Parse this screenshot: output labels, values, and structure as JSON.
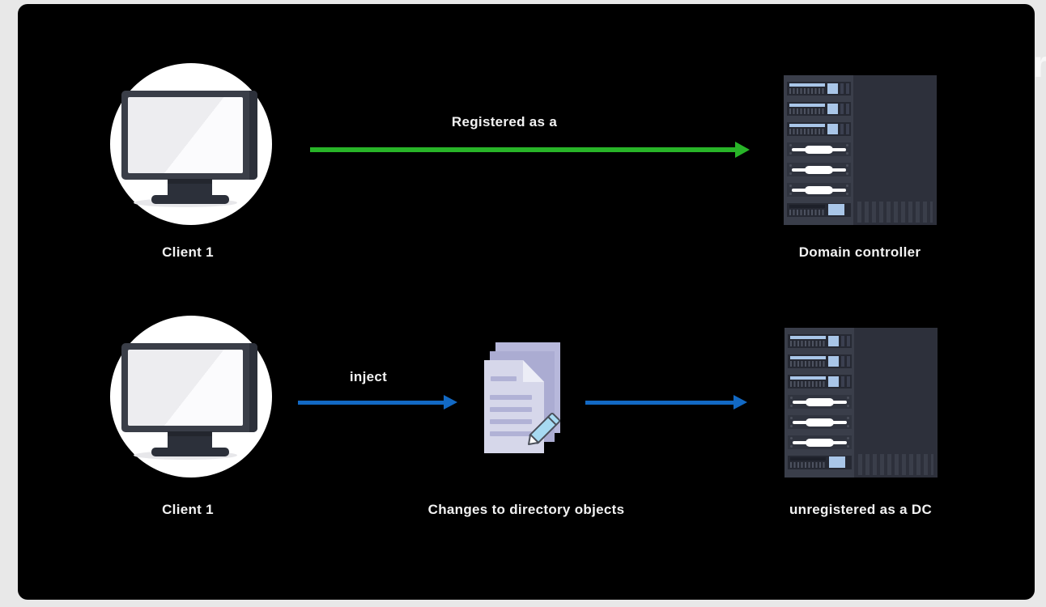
{
  "colors": {
    "page-bg": "#e8e8e8",
    "panel-bg": "#000000",
    "label-text": "#f2f2f2",
    "green-arrow": "#28b428",
    "blue-arrow": "#1269c4",
    "rack-body": "#3a3e4a",
    "rack-side": "#2d303b",
    "rack-unit": "#262933",
    "rack-accent": "#a9c6e8",
    "doc-back": "#b7b8db",
    "doc-mid": "#abacd2",
    "doc-front": "#d6d7ea",
    "doc-line": "#b1b2d6",
    "pencil-fill": "#a7daf2",
    "pencil-outline": "#4a4f5a",
    "monitor-dark": "#3a3e48",
    "monitor-darker": "#2c303a"
  },
  "diagram": {
    "top_flow": {
      "client_label": "Client 1",
      "arrow_label": "Registered as a",
      "server_label": "Domain controller"
    },
    "bottom_flow": {
      "client_label": "Client 1",
      "arrow_label": "inject",
      "document_label": "Changes to directory objects",
      "server_label": "unregistered as a DC"
    },
    "edge_artifact_text": "r"
  }
}
